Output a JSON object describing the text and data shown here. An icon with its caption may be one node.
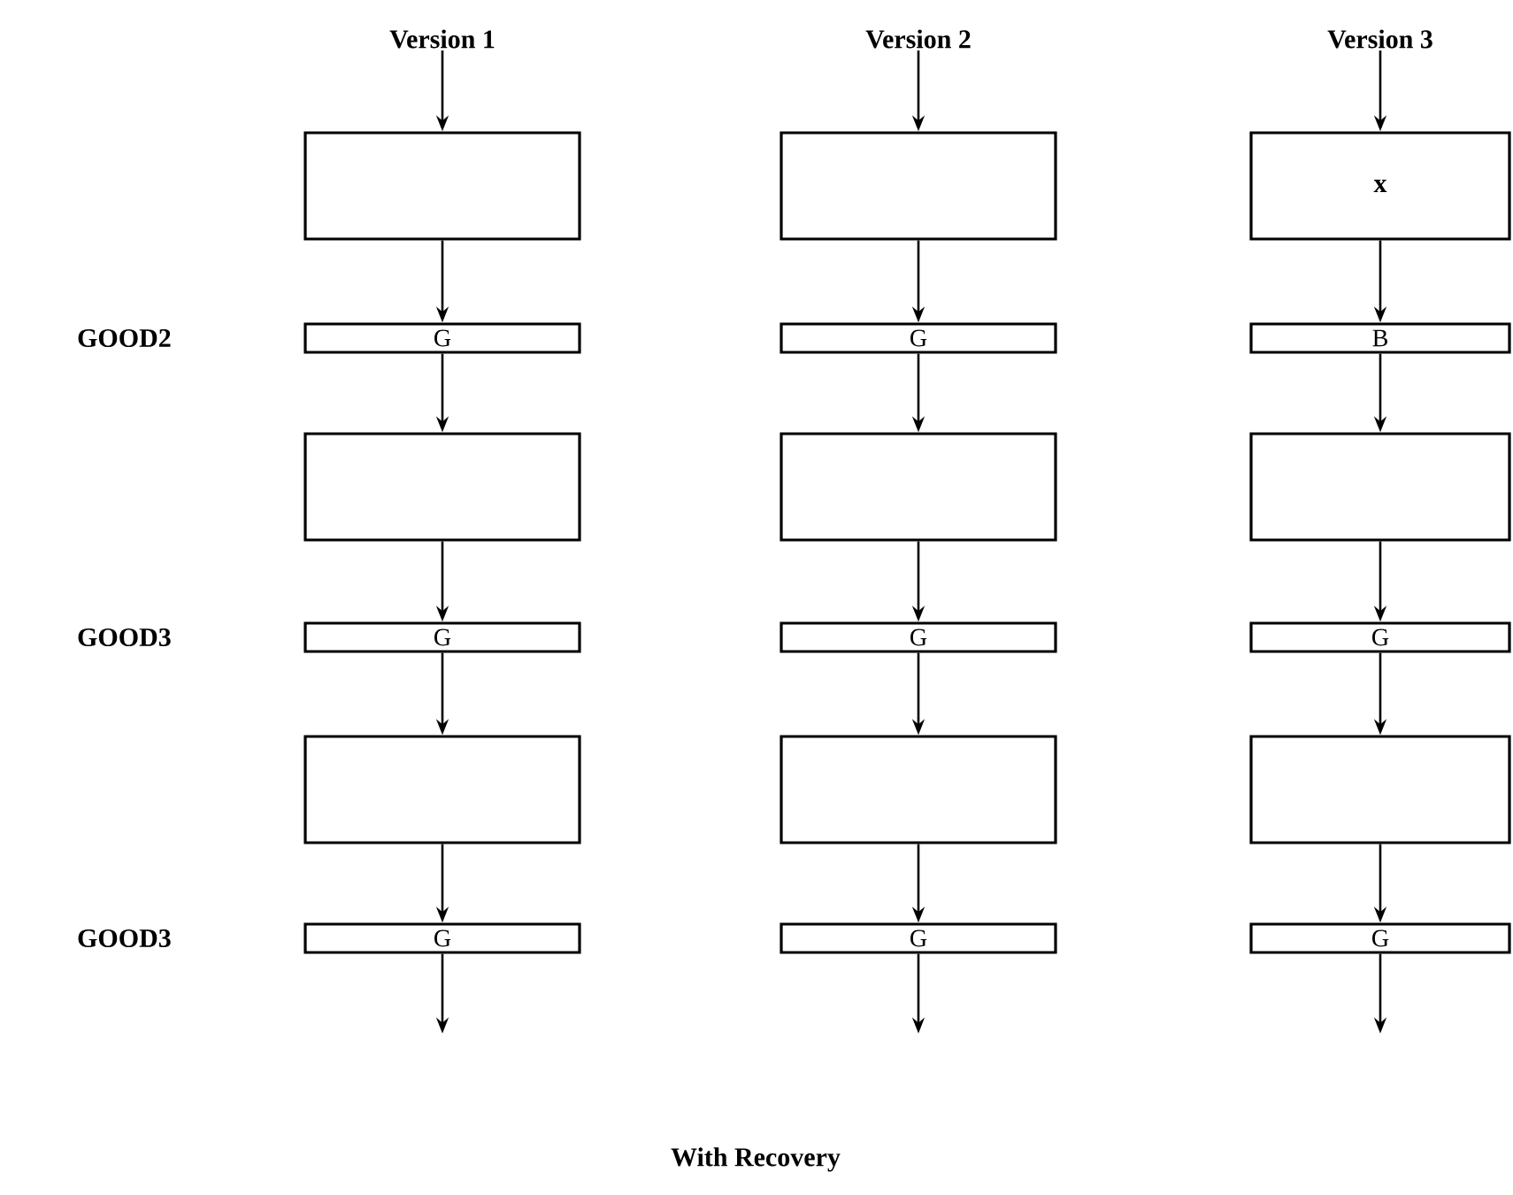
{
  "diagram": {
    "caption": "With Recovery",
    "nodes": [
      {
        "text": [
          "Version 1"
        ]
      },
      {
        "text": [],
        "shape": "box"
      },
      {
        "text": [
          "G"
        ]
      },
      {
        "text": [],
        "shape": "box"
      },
      {
        "text": [
          "G"
        ]
      },
      {
        "text": [],
        "shape": "box"
      },
      {
        "text": [
          "G"
        ]
      },
      {
        "text": [
          "Version 2"
        ]
      },
      {
        "text": [],
        "shape": "box"
      },
      {
        "text": [
          "G"
        ]
      },
      {
        "text": [],
        "shape": "box"
      },
      {
        "text": [
          "G"
        ]
      },
      {
        "text": [],
        "shape": "box"
      },
      {
        "text": [
          "G"
        ]
      },
      {
        "text": [
          "Version 3"
        ]
      },
      {
        "text": [
          "x"
        ]
      },
      {
        "text": [
          "B"
        ]
      },
      {
        "text": [],
        "shape": "box"
      },
      {
        "text": [
          "G"
        ]
      },
      {
        "text": [],
        "shape": "box"
      },
      {
        "text": [
          "G"
        ]
      }
    ],
    "edges": [
      {
        "from": 0,
        "to": 1,
        "arrow": "to"
      },
      {
        "from": 1,
        "to": 2,
        "arrow": "to"
      },
      {
        "from": 2,
        "to": 3,
        "arrow": "to"
      },
      {
        "from": 3,
        "to": 4,
        "arrow": "to"
      },
      {
        "from": 4,
        "to": 5,
        "arrow": "to"
      },
      {
        "from": 5,
        "to": 6,
        "arrow": "to"
      },
      {
        "from": 6,
        "to": null,
        "arrow": "to"
      },
      {
        "from": 7,
        "to": 8,
        "arrow": "to"
      },
      {
        "from": 8,
        "to": 9,
        "arrow": "to"
      },
      {
        "from": 9,
        "to": 10,
        "arrow": "to"
      },
      {
        "from": 10,
        "to": 11,
        "arrow": "to"
      },
      {
        "from": 11,
        "to": 12,
        "arrow": "to"
      },
      {
        "from": 12,
        "to": 13,
        "arrow": "to"
      },
      {
        "from": 13,
        "to": null,
        "arrow": "to"
      },
      {
        "from": 14,
        "to": 15,
        "arrow": "to"
      },
      {
        "from": 15,
        "to": 16,
        "arrow": "to"
      },
      {
        "from": 16,
        "to": 17,
        "arrow": "to"
      },
      {
        "from": 17,
        "to": 18,
        "arrow": "to"
      },
      {
        "from": 18,
        "to": 19,
        "arrow": "to"
      },
      {
        "from": 19,
        "to": 20,
        "arrow": "to"
      },
      {
        "from": 20,
        "to": null,
        "arrow": "to"
      }
    ],
    "labels": [
      "GOOD2",
      "GOOD3",
      "GOOD3"
    ]
  }
}
